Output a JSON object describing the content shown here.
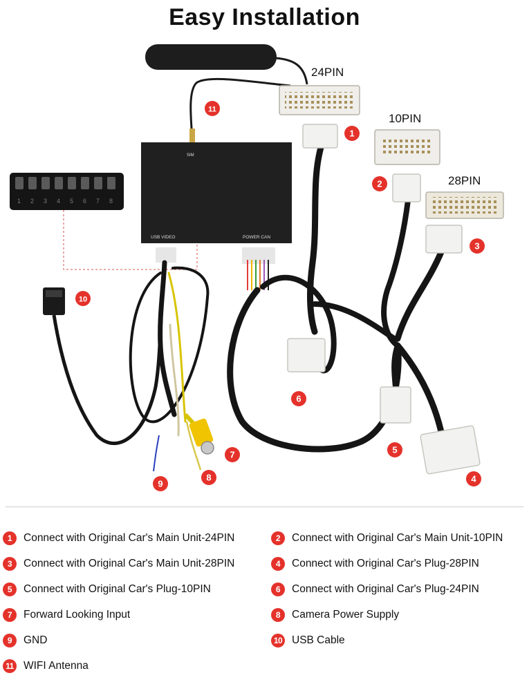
{
  "title": "Easy Installation",
  "colors": {
    "accent": "#e4322b",
    "cable": "#151515",
    "module": "#202020",
    "connector": "#f1f1ef"
  },
  "diagram": {
    "pin_labels": {
      "pin24": "24PIN",
      "pin10": "10PIN",
      "pin28": "28PIN"
    },
    "module_labels": {
      "sim": "SIM",
      "usb_video": "USB VIDEO",
      "power_can": "POWER CAN"
    },
    "dip_switch_numbers": [
      "1",
      "2",
      "3",
      "4",
      "5",
      "6",
      "7",
      "8"
    ]
  },
  "legend": [
    {
      "num": "1",
      "text": "Connect with Original Car's Main Unit-24PIN"
    },
    {
      "num": "2",
      "text": "Connect with Original Car's Main Unit-10PIN"
    },
    {
      "num": "3",
      "text": "Connect with Original Car's Main Unit-28PIN"
    },
    {
      "num": "4",
      "text": "Connect with Original Car's Plug-28PIN"
    },
    {
      "num": "5",
      "text": "Connect with Original Car's Plug-10PIN"
    },
    {
      "num": "6",
      "text": "Connect with Original Car's Plug-24PIN"
    },
    {
      "num": "7",
      "text": "Forward Looking Input"
    },
    {
      "num": "8",
      "text": "Camera Power Supply"
    },
    {
      "num": "9",
      "text": "GND"
    },
    {
      "num": "10",
      "text": "USB Cable"
    },
    {
      "num": "11",
      "text": "WIFI Antenna"
    }
  ]
}
